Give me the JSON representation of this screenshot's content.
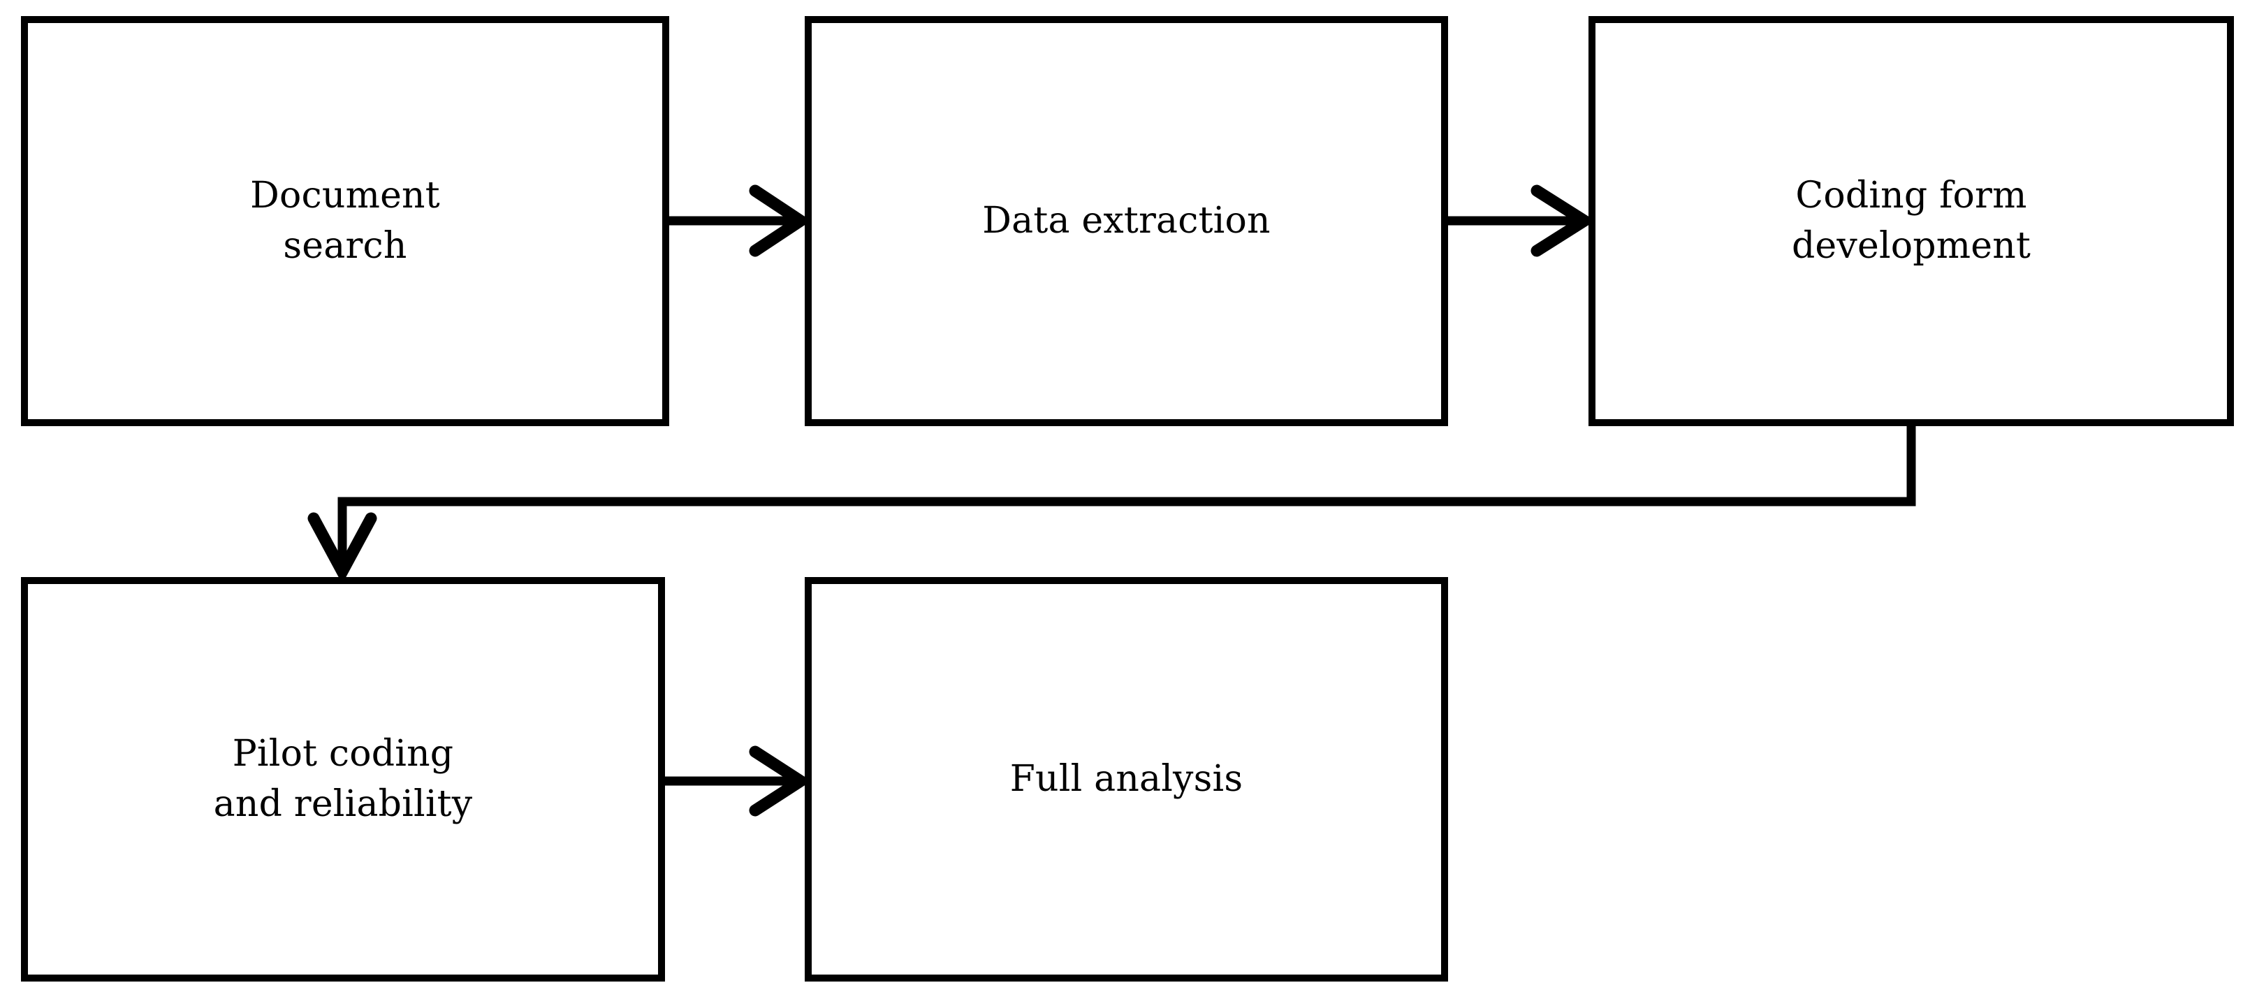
{
  "diagram": {
    "type": "flowchart",
    "orientation": "left-to-right, wrapping",
    "background_color": "#ffffff",
    "line_color": "#000000",
    "text_color": "#000000",
    "nodes": [
      {
        "id": "document-search",
        "label": "Document\nsearch",
        "row": 1,
        "col": 1
      },
      {
        "id": "data-extraction",
        "label": "Data extraction",
        "row": 1,
        "col": 2
      },
      {
        "id": "coding-form",
        "label": "Coding form\ndevelopment",
        "row": 1,
        "col": 3
      },
      {
        "id": "pilot-coding",
        "label": "Pilot coding\nand reliability",
        "row": 2,
        "col": 1
      },
      {
        "id": "full-analysis",
        "label": "Full analysis",
        "row": 2,
        "col": 2
      }
    ],
    "edges": [
      {
        "id": "edge-1",
        "from": "document-search",
        "to": "data-extraction",
        "style": "straight-arrow",
        "direction": "right"
      },
      {
        "id": "edge-2",
        "from": "data-extraction",
        "to": "coding-form",
        "style": "straight-arrow",
        "direction": "right"
      },
      {
        "id": "edge-3",
        "from": "coding-form",
        "to": "pilot-coding",
        "style": "elbow-arrow",
        "direction": "down-left-down"
      },
      {
        "id": "edge-4",
        "from": "pilot-coding",
        "to": "full-analysis",
        "style": "straight-arrow",
        "direction": "right"
      }
    ]
  }
}
